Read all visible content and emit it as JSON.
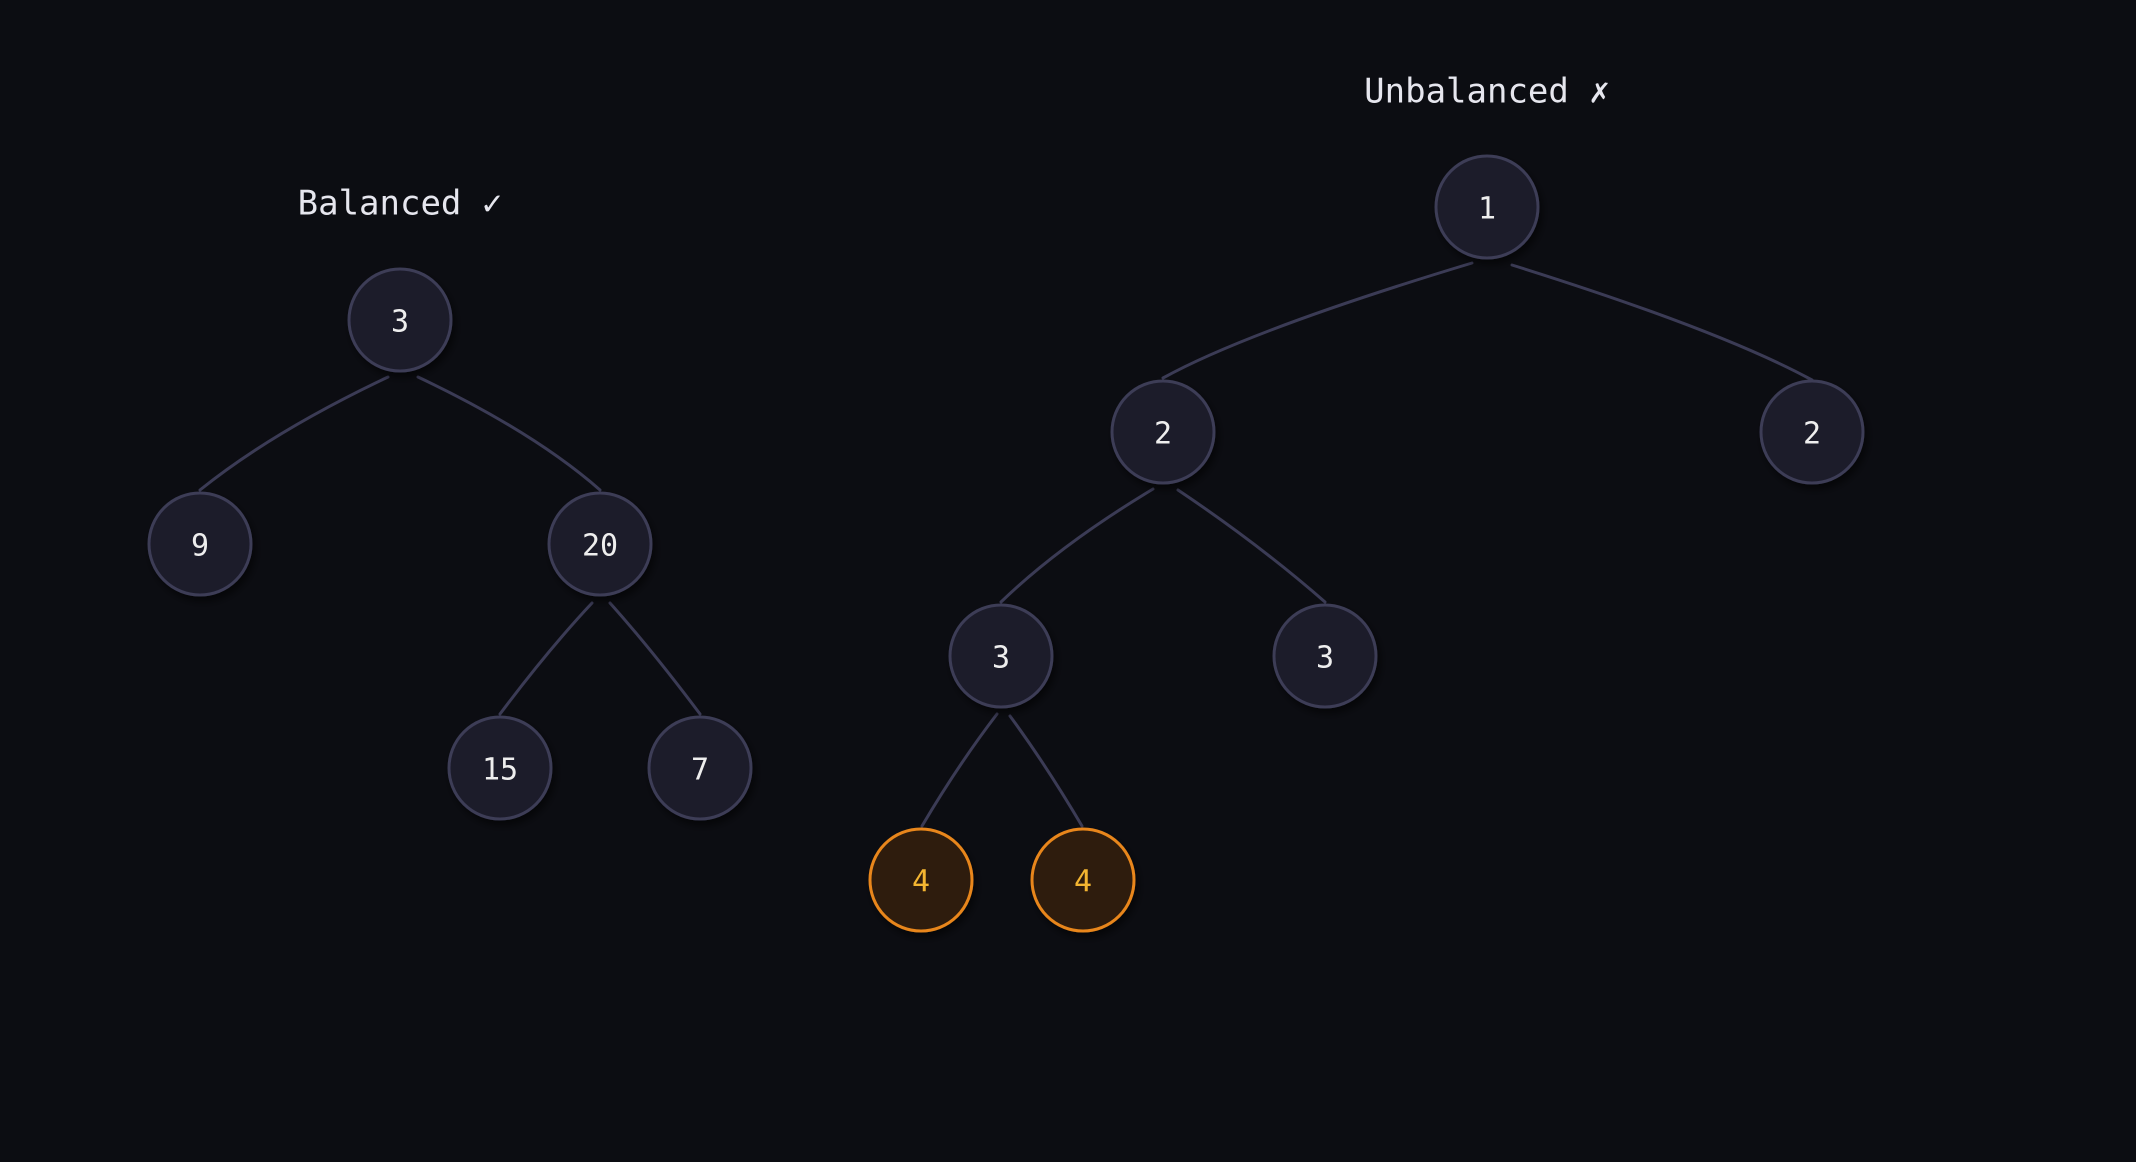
{
  "colors": {
    "background": "#0c0d12",
    "edge": "#3b3b55",
    "node_fill": "#1c1b2b",
    "node_stroke": "#3c3c57",
    "node_text": "#eeeeee",
    "highlight_fill": "#2e1d0b",
    "highlight_stroke": "#e8861a",
    "highlight_text": "#f3b531"
  },
  "trees": [
    {
      "title": "Balanced ✓",
      "nodes": [
        {
          "label": "3"
        },
        {
          "label": "9"
        },
        {
          "label": "20"
        },
        {
          "label": "15"
        },
        {
          "label": "7"
        }
      ]
    },
    {
      "title": "Unbalanced ✗",
      "nodes": [
        {
          "label": "1"
        },
        {
          "label": "2"
        },
        {
          "label": "2"
        },
        {
          "label": "3"
        },
        {
          "label": "3"
        },
        {
          "label": "4",
          "highlighted": true
        },
        {
          "label": "4",
          "highlighted": true
        }
      ]
    }
  ]
}
